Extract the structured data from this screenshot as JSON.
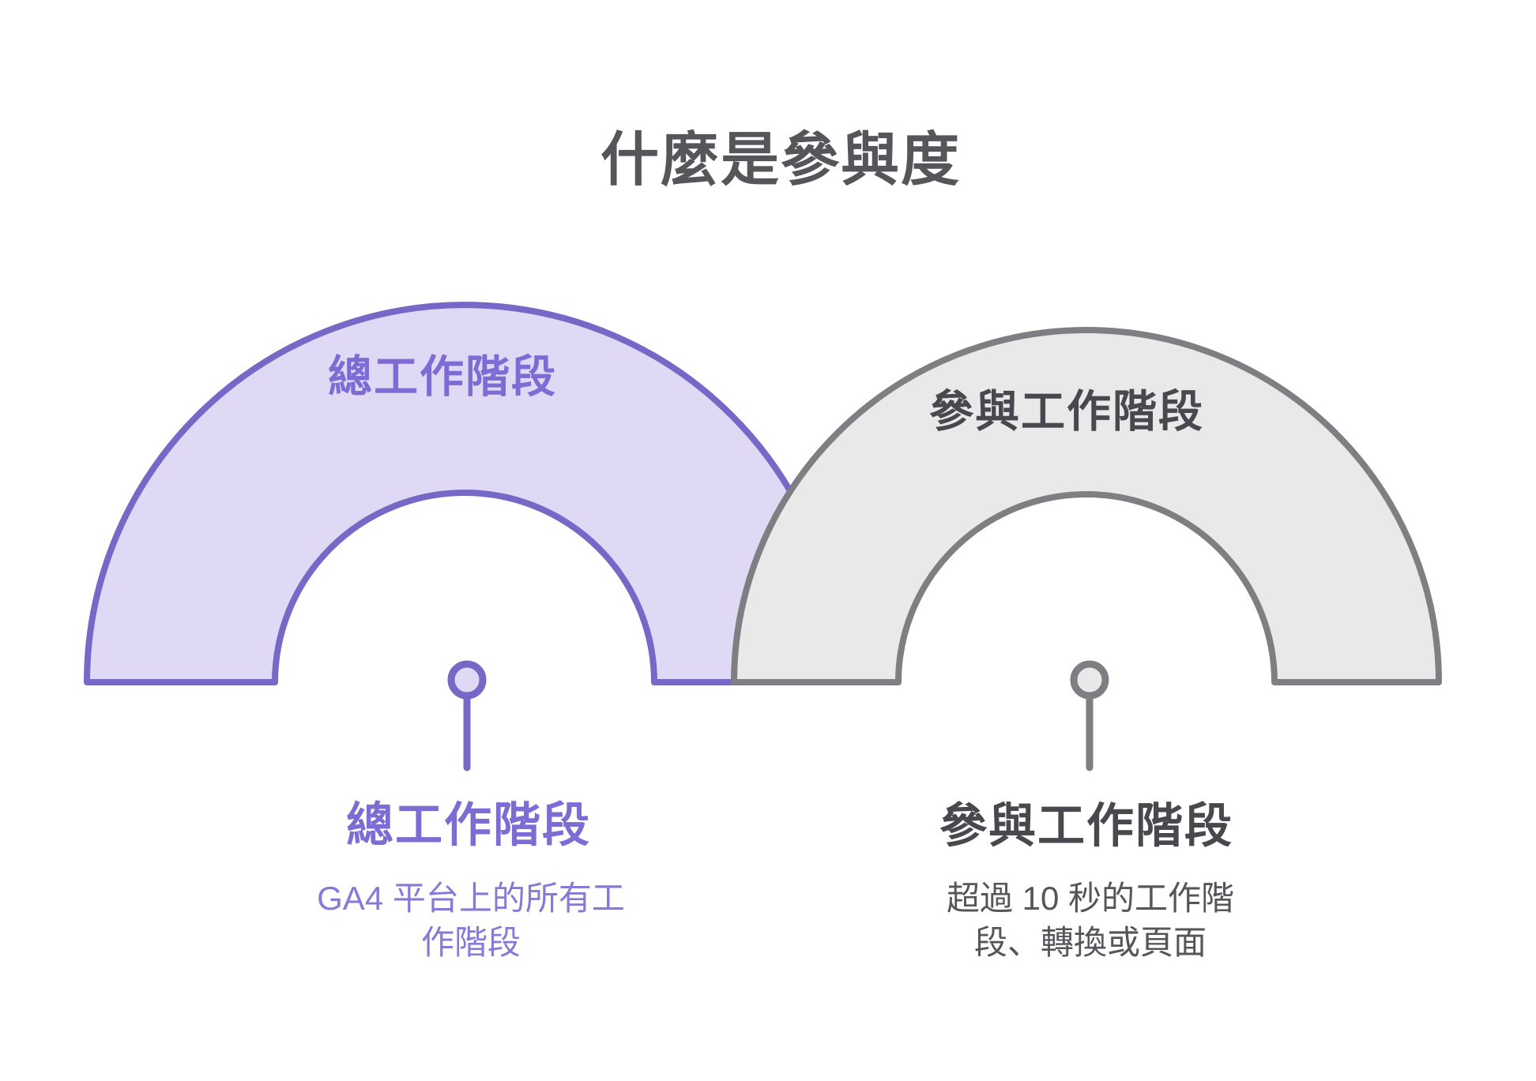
{
  "title": "什麼是參與度",
  "colors": {
    "background": "#ffffff",
    "purple_stroke": "#7568c7",
    "purple_fill": "#dfd9f6",
    "purple_text": "#7d6cd3",
    "purple_text_light": "#8779d7",
    "gray_stroke": "#7f7f83",
    "gray_fill": "#e9e9ea",
    "gray_text_dark": "#48484e",
    "gray_text": "#55555a",
    "title_text": "#55555a"
  },
  "left_arc": {
    "label": "總工作階段",
    "caption_title": "總工作階段",
    "caption_lines": [
      "GA4 平台上的所有工",
      "作階段"
    ]
  },
  "right_arc": {
    "label": "參與工作階段",
    "caption_title": "參與工作階段",
    "caption_lines": [
      "超過 10 秒的工作階",
      "段、轉換或頁面"
    ]
  }
}
